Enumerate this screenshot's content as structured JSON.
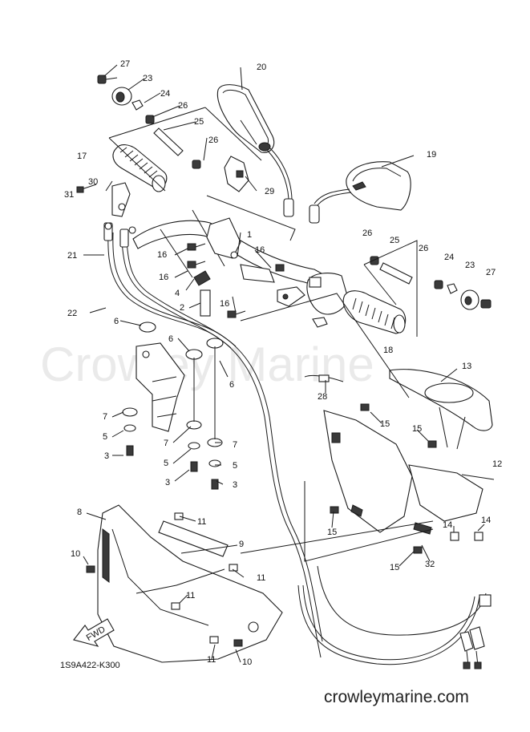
{
  "diagram": {
    "drawing_code": "1S9A422-K300",
    "watermark": "Crowley Marine",
    "footer_url": "crowleymarine.com",
    "fwd_label": "FWD",
    "callouts": [
      {
        "id": "c27a",
        "text": "27"
      },
      {
        "id": "c23a",
        "text": "23"
      },
      {
        "id": "c24a",
        "text": "24"
      },
      {
        "id": "c26a",
        "text": "26"
      },
      {
        "id": "c25a",
        "text": "25"
      },
      {
        "id": "c26b",
        "text": "26"
      },
      {
        "id": "c17",
        "text": "17"
      },
      {
        "id": "c20",
        "text": "20"
      },
      {
        "id": "c29",
        "text": "29"
      },
      {
        "id": "c30",
        "text": "30"
      },
      {
        "id": "c31",
        "text": "31"
      },
      {
        "id": "c19",
        "text": "19"
      },
      {
        "id": "c21",
        "text": "21"
      },
      {
        "id": "c1",
        "text": "1"
      },
      {
        "id": "c16a",
        "text": "16"
      },
      {
        "id": "c16b",
        "text": "16"
      },
      {
        "id": "c16c",
        "text": "16"
      },
      {
        "id": "c16d",
        "text": "16"
      },
      {
        "id": "c4",
        "text": "4"
      },
      {
        "id": "c2",
        "text": "2"
      },
      {
        "id": "c22",
        "text": "22"
      },
      {
        "id": "c26c",
        "text": "26"
      },
      {
        "id": "c25b",
        "text": "25"
      },
      {
        "id": "c26d",
        "text": "26"
      },
      {
        "id": "c24b",
        "text": "24"
      },
      {
        "id": "c23b",
        "text": "23"
      },
      {
        "id": "c27b",
        "text": "27"
      },
      {
        "id": "c18",
        "text": "18"
      },
      {
        "id": "c6a",
        "text": "6"
      },
      {
        "id": "c6b",
        "text": "6"
      },
      {
        "id": "c6c",
        "text": "6"
      },
      {
        "id": "c13",
        "text": "13"
      },
      {
        "id": "c28",
        "text": "28"
      },
      {
        "id": "c15a",
        "text": "15"
      },
      {
        "id": "c15b",
        "text": "15"
      },
      {
        "id": "c15c",
        "text": "15"
      },
      {
        "id": "c15d",
        "text": "15"
      },
      {
        "id": "c7a",
        "text": "7"
      },
      {
        "id": "c5a",
        "text": "5"
      },
      {
        "id": "c3a",
        "text": "3"
      },
      {
        "id": "c7b",
        "text": "7"
      },
      {
        "id": "c7c",
        "text": "7"
      },
      {
        "id": "c5b",
        "text": "5"
      },
      {
        "id": "c5c",
        "text": "5"
      },
      {
        "id": "c3b",
        "text": "3"
      },
      {
        "id": "c3c",
        "text": "3"
      },
      {
        "id": "c12",
        "text": "12"
      },
      {
        "id": "c8",
        "text": "8"
      },
      {
        "id": "c11a",
        "text": "11"
      },
      {
        "id": "c9",
        "text": "9"
      },
      {
        "id": "c10a",
        "text": "10"
      },
      {
        "id": "c11b",
        "text": "11"
      },
      {
        "id": "c11c",
        "text": "11"
      },
      {
        "id": "c14a",
        "text": "14"
      },
      {
        "id": "c14b",
        "text": "14"
      },
      {
        "id": "c32",
        "text": "32"
      },
      {
        "id": "c11d",
        "text": "11"
      },
      {
        "id": "c10b",
        "text": "10"
      }
    ]
  }
}
